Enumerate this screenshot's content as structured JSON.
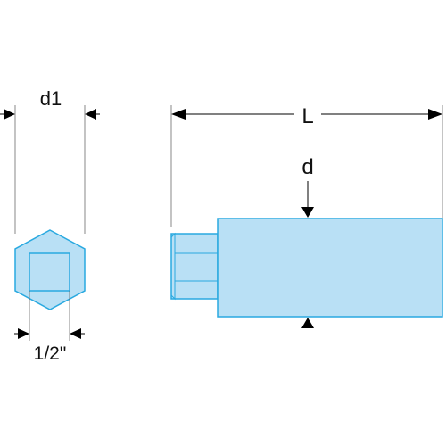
{
  "labels": {
    "d1": "d1",
    "square_drive": "1/2\"",
    "length": "L",
    "diameter": "d"
  },
  "colors": {
    "part_fill": "#b9e0f5",
    "part_stroke": "#29a9e0",
    "line": "#000000"
  },
  "icons": {
    "arrow": "filled-triangle-arrowhead"
  }
}
